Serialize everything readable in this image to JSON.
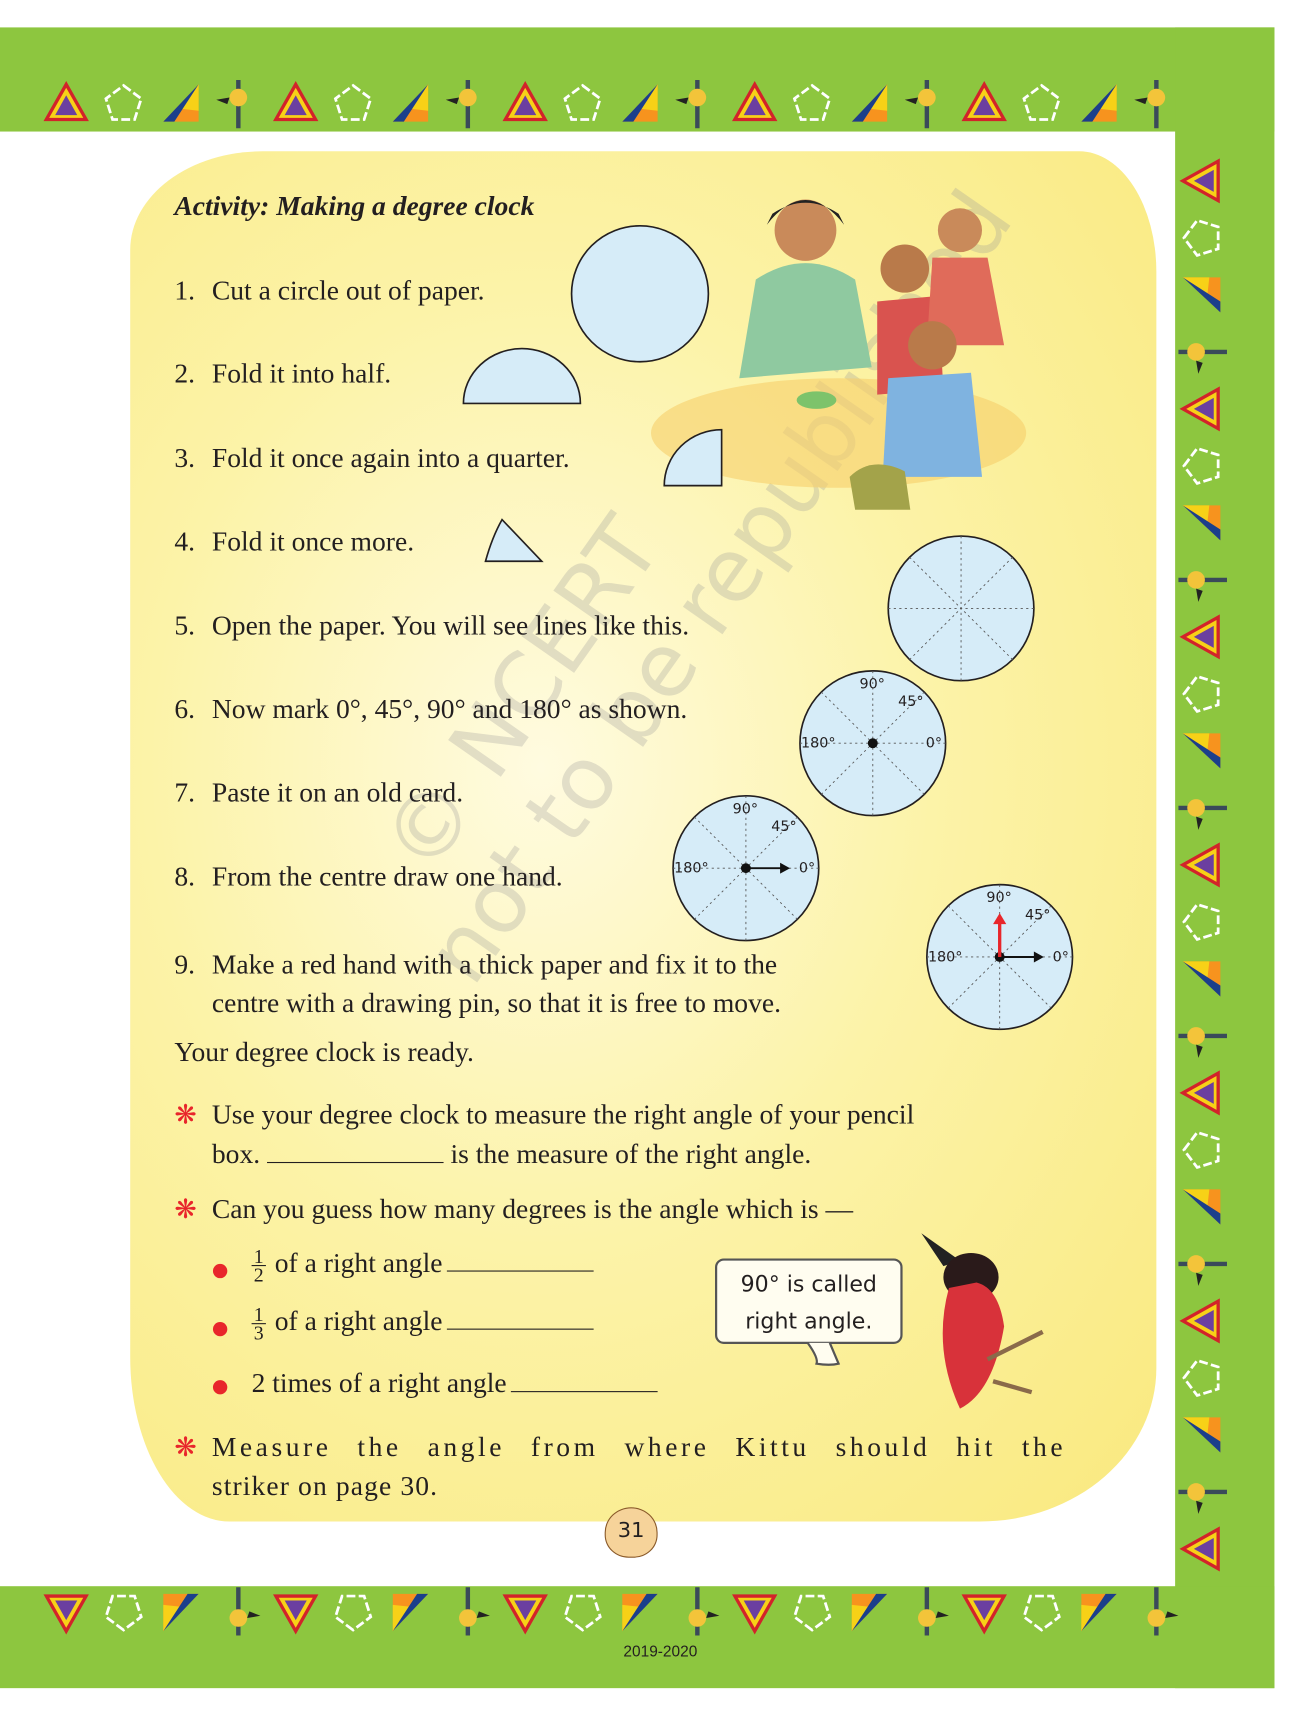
{
  "activity": {
    "title": "Activity: Making a degree clock",
    "steps": [
      {
        "num": "1.",
        "text": "Cut a circle out of paper."
      },
      {
        "num": "2.",
        "text": "Fold it into half."
      },
      {
        "num": "3.",
        "text": "Fold it once again into a quarter."
      },
      {
        "num": "4.",
        "text": "Fold it once more."
      },
      {
        "num": "5.",
        "text": "Open the paper. You will see lines like this."
      },
      {
        "num": "6.",
        "text": "Now mark 0°, 45°, 90° and 180° as shown."
      },
      {
        "num": "7.",
        "text": "Paste it on an old card."
      },
      {
        "num": "8.",
        "text": "From the centre draw one hand."
      },
      {
        "num": "9.",
        "text": "Make a red hand with a thick paper and fix it to the",
        "text2": "centre with a drawing pin, so that it is free to move."
      }
    ],
    "ready": "Your degree clock is ready."
  },
  "clock_labels": {
    "d90": "90°",
    "d45": "45°",
    "d180": "180°",
    "d0": "0°"
  },
  "questions": {
    "q1_line1": "Use your degree clock to measure the right angle of your pencil",
    "q1_line2a": "box.",
    "q1_line2b": "is the measure of the right angle.",
    "q2": "Can you guess how many degrees is the angle which is —",
    "sub": [
      {
        "num": "1",
        "den": "2",
        "text": "of a right angle"
      },
      {
        "num": "1",
        "den": "3",
        "text": "of a right angle"
      },
      {
        "text": "2 times of a right angle"
      }
    ],
    "q3_line1": "Measure the angle from where Kittu should hit the",
    "q3_line2": "striker on page 30.",
    "bullet_symbol": "❋"
  },
  "speech_bubble": {
    "line1": "90° is called",
    "line2": "right angle."
  },
  "watermark": {
    "line1": "© NCERT",
    "line2": "not to be republished"
  },
  "page_number": "31",
  "year": "2019-2020",
  "colors": {
    "green": "#8dc63f",
    "paper_blue": "#d6ecf8",
    "red": "#e8262b",
    "yellow": "#fcf3a8"
  }
}
